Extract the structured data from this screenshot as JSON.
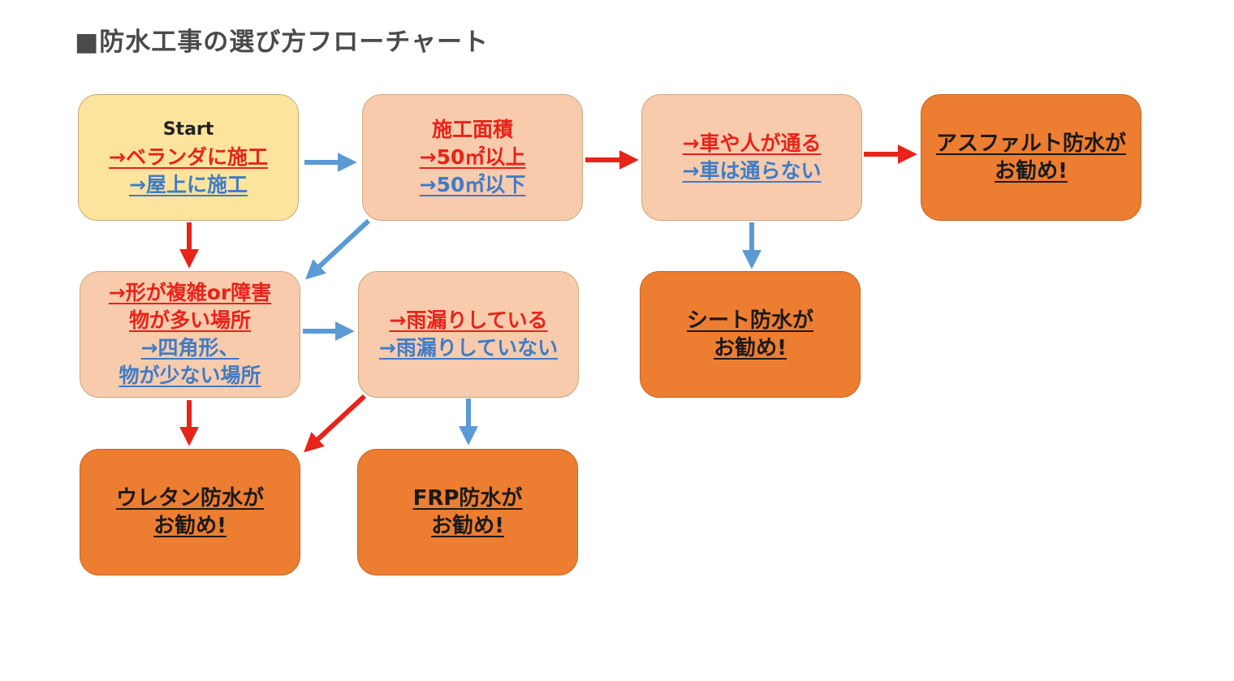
{
  "title": "■防水工事の選び方フローチャート",
  "colors": {
    "start_fill": "#fce49c",
    "question_fill": "#f8cbad",
    "result_fill": "#ed7d31",
    "yes_arrow": "#e8231a",
    "no_arrow": "#5b9bd5"
  },
  "nodes": {
    "start": {
      "label": "Start",
      "yes": "→ベランダに施工",
      "no": "→屋上に施工"
    },
    "area": {
      "label": "施工面積",
      "yes": "→50㎡以上",
      "no": "→50㎡以下"
    },
    "traffic": {
      "yes": "→車や人が通る",
      "no": "→車は通らない"
    },
    "asphalt": {
      "line1": "アスファルト防水が",
      "line2": "お勧め!"
    },
    "shape": {
      "yes1": "→形が複雑or障害",
      "yes2": "物が多い場所",
      "no1": "→四角形、",
      "no2": "物が少ない場所"
    },
    "leak": {
      "yes": "→雨漏りしている",
      "no": "→雨漏りしていない"
    },
    "sheet": {
      "line1": "シート防水が",
      "line2": "お勧め!"
    },
    "urethane": {
      "line1": "ウレタン防水が",
      "line2": "お勧め!"
    },
    "frp": {
      "line1": "FRP防水が",
      "line2": "お勧め!"
    }
  }
}
